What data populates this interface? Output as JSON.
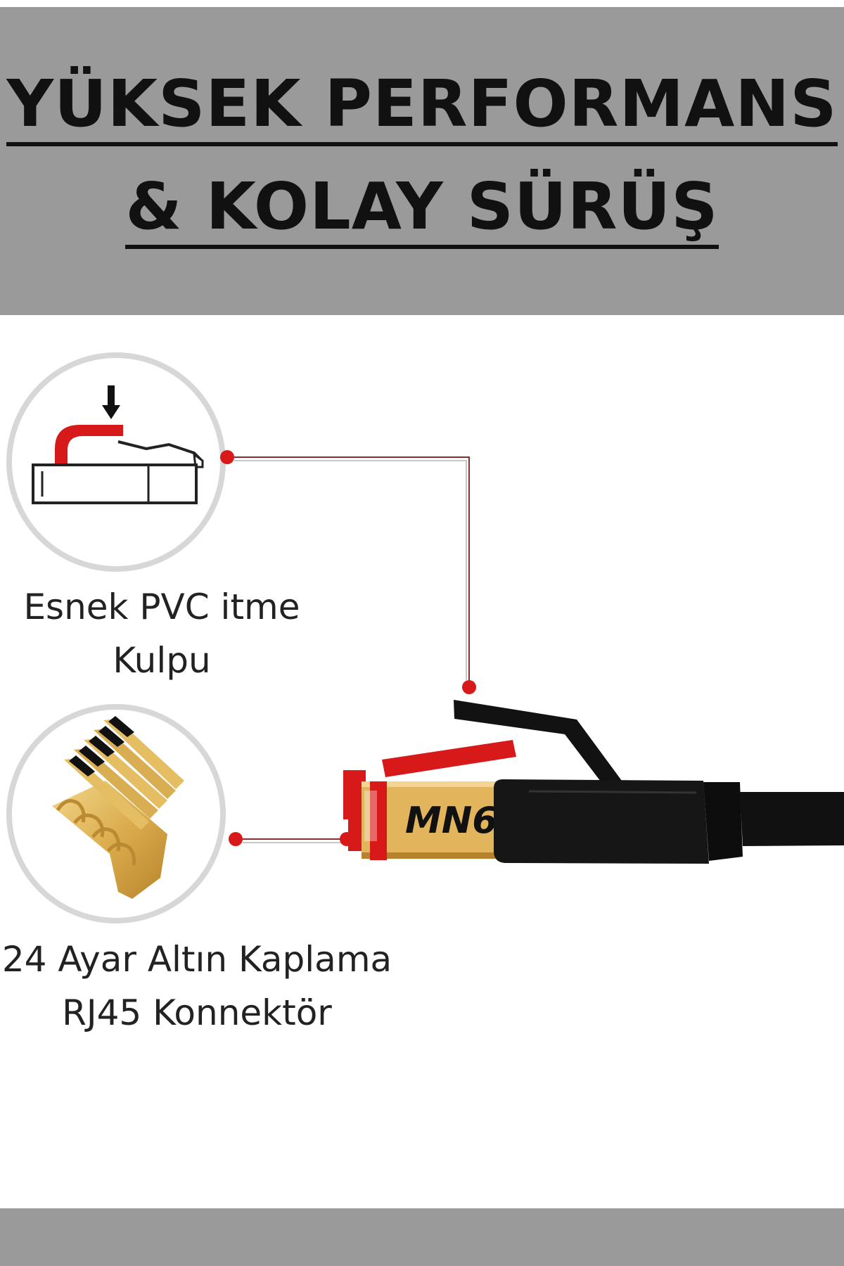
{
  "headline": {
    "line1": "YÜKSEK PERFORMANS",
    "line2": "& KOLAY SÜRÜŞ"
  },
  "features": [
    {
      "icon": "pvc-push-clip-icon",
      "label_line1": "Esnek PVC itme",
      "label_line2": "Kulpu"
    },
    {
      "icon": "gold-contacts-icon",
      "label_line1": "24 Ayar Altın Kaplama",
      "label_line2": "RJ45 Konnektör"
    }
  ],
  "connector": {
    "brand": "MN6"
  },
  "colors": {
    "band": "#9a9a9a",
    "accent_red": "#d81919",
    "gold": "#d2a64a",
    "cable": "#111111"
  }
}
